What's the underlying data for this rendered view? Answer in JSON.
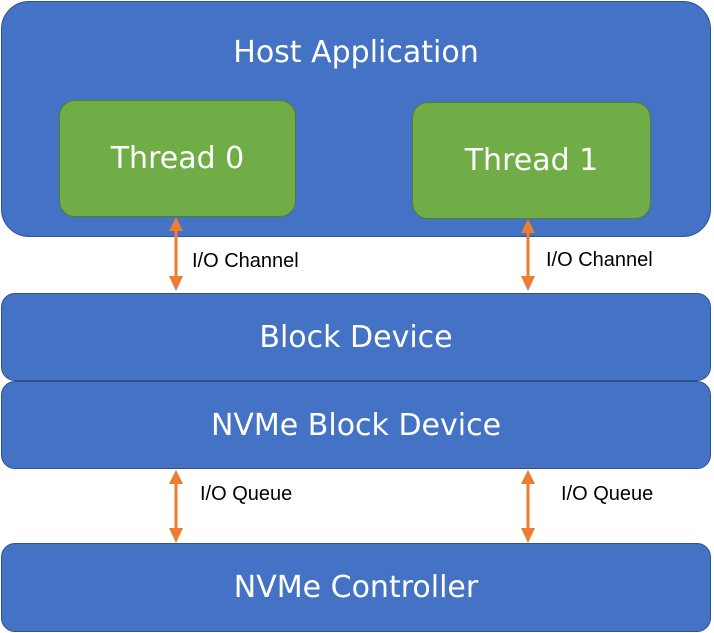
{
  "host": {
    "title": "Host Application"
  },
  "threads": [
    {
      "label": "Thread 0"
    },
    {
      "label": "Thread 1"
    }
  ],
  "channels": [
    {
      "label": "I/O Channel"
    },
    {
      "label": "I/O Channel"
    }
  ],
  "block_device": {
    "label": "Block Device"
  },
  "nvme_block_device": {
    "label": "NVMe Block Device"
  },
  "queues": [
    {
      "label": "I/O Queue"
    },
    {
      "label": "I/O Queue"
    }
  ],
  "nvme_controller": {
    "label": "NVMe Controller"
  },
  "colors": {
    "block_fill": "#4472c4",
    "block_border": "#2f528f",
    "thread_fill": "#70ad47",
    "thread_border": "#507e32",
    "arrow": "#ed7d31"
  }
}
